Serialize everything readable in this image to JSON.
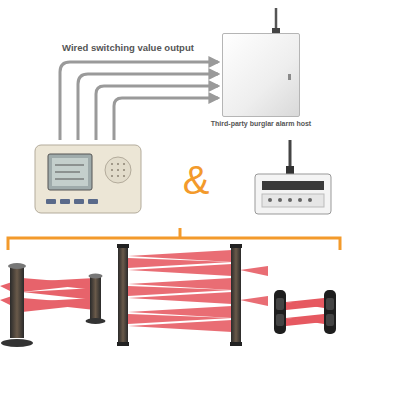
{
  "diagram": {
    "nodes": [
      {
        "text": [
          "Third-party burglar alarm host"
        ]
      }
    ],
    "labels": [
      "Wired switching value output",
      "&"
    ]
  }
}
